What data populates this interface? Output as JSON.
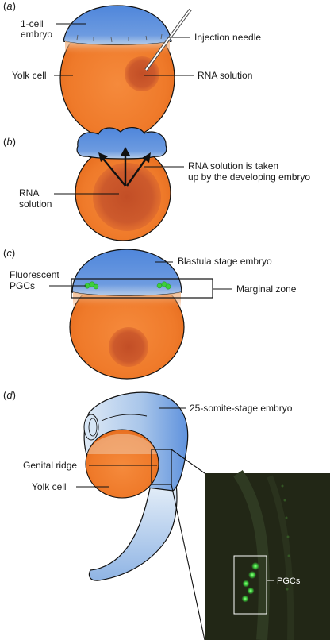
{
  "panels": {
    "a": {
      "letter": "a",
      "labels": {
        "embryo_line1": "1-cell",
        "embryo_line2": "embryo",
        "needle": "Injection needle",
        "yolk": "Yolk cell",
        "rna": "RNA solution"
      }
    },
    "b": {
      "letter": "b",
      "labels": {
        "uptake_line1": "RNA solution is taken",
        "uptake_line2": "up by the developing embryo",
        "rna_line1": "RNA",
        "rna_line2": "solution"
      }
    },
    "c": {
      "letter": "c",
      "labels": {
        "blastula": "Blastula stage embryo",
        "pgc_line1": "Fluorescent",
        "pgc_line2": "PGCs",
        "marginal": "Marginal zone"
      }
    },
    "d": {
      "letter": "d",
      "labels": {
        "stage": "25-somite-stage embryo",
        "ridge": "Genital ridge",
        "yolk": "Yolk cell",
        "pgcs": "PGCs"
      }
    }
  },
  "colors": {
    "embryo_blue": "#5b8fdc",
    "light_blue": "#bcd6ef",
    "yolk_orange": "#ef7a2a",
    "rna_brown": "#c9532a",
    "pgc_green": "#3ccf3c",
    "micrograph_bg": "#222716"
  }
}
